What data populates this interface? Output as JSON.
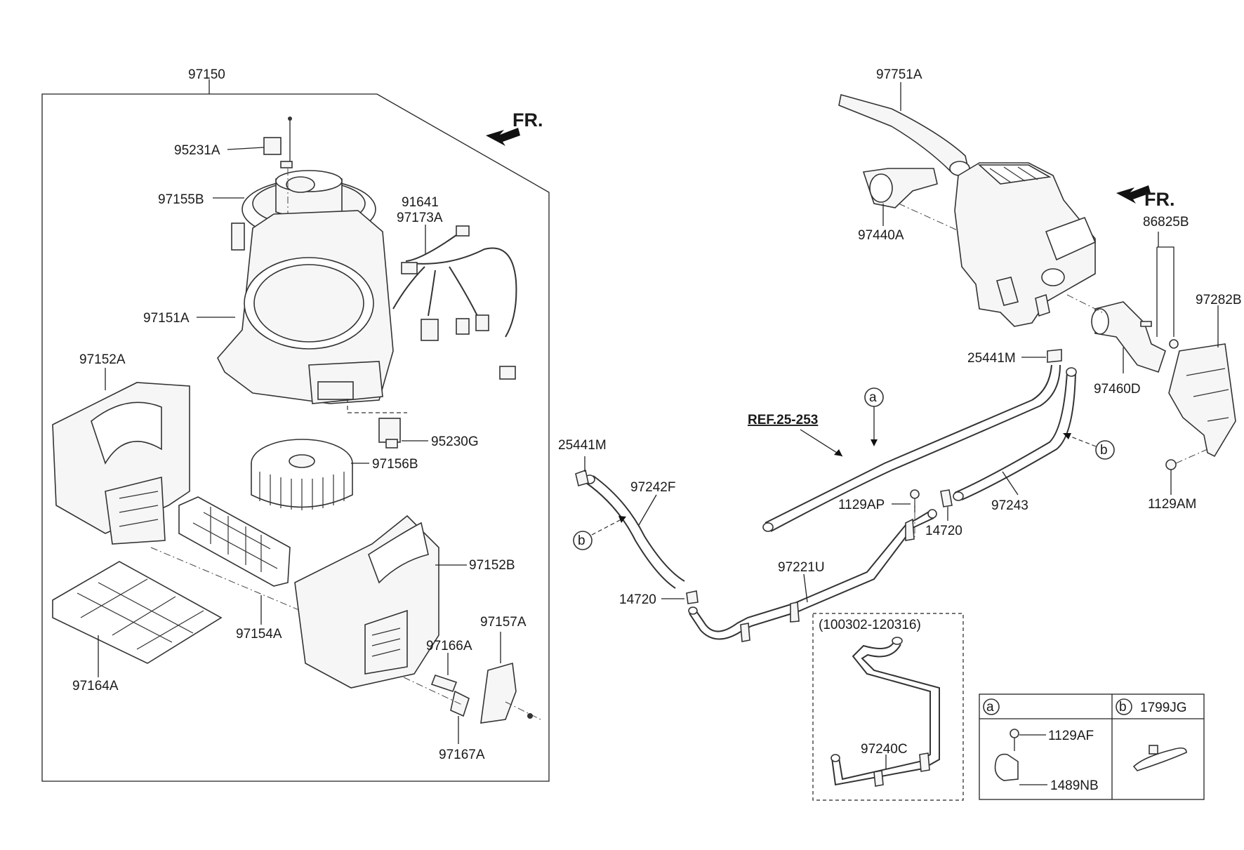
{
  "labels": {
    "p97150": "97150",
    "p95231A": "95231A",
    "p97155B": "97155B",
    "p91641": "91641",
    "p97173A": "97173A",
    "p97151A": "97151A",
    "p97152A": "97152A",
    "p95230G": "95230G",
    "p97156B": "97156B",
    "p97152B": "97152B",
    "p97154A": "97154A",
    "p97166A": "97166A",
    "p97157A": "97157A",
    "p97164A": "97164A",
    "p97167A": "97167A",
    "p97751A": "97751A",
    "p97440A": "97440A",
    "p86825B": "86825B",
    "p97282B": "97282B",
    "p25441M_r": "25441M",
    "p97460D": "97460D",
    "p25441M_l": "25441M",
    "p97242F": "97242F",
    "p1129AP": "1129AP",
    "p14720_r": "14720",
    "p97243": "97243",
    "p1129AM": "1129AM",
    "p97221U": "97221U",
    "p14720_l": "14720",
    "p97240C": "97240C",
    "p1129AF": "1129AF",
    "p1489NB": "1489NB",
    "p1799JG": "1799JG"
  },
  "callouts": {
    "a_main": "a",
    "b_main": "b",
    "b_left": "b",
    "a_legend": "a",
    "b_legend": "b"
  },
  "ref_text": "REF.25-253",
  "fr_text": "FR.",
  "date_range": "(100302-120316)"
}
